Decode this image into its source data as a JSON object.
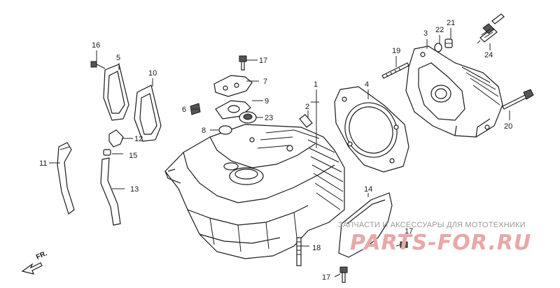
{
  "parts": [
    {
      "id": "label-1",
      "text": "1"
    },
    {
      "id": "label-2",
      "text": "2"
    },
    {
      "id": "label-3",
      "text": "3"
    },
    {
      "id": "label-4",
      "text": "4"
    },
    {
      "id": "label-5",
      "text": "5"
    },
    {
      "id": "label-6",
      "text": "6"
    },
    {
      "id": "label-7",
      "text": "7"
    },
    {
      "id": "label-8",
      "text": "8"
    },
    {
      "id": "label-9",
      "text": "9"
    },
    {
      "id": "label-10",
      "text": "10"
    },
    {
      "id": "label-11",
      "text": "11"
    },
    {
      "id": "label-12",
      "text": "12"
    },
    {
      "id": "label-13",
      "text": "13"
    },
    {
      "id": "label-14",
      "text": "14"
    },
    {
      "id": "label-15",
      "text": "15"
    },
    {
      "id": "label-16",
      "text": "16"
    },
    {
      "id": "label-17a",
      "text": "17"
    },
    {
      "id": "label-17b",
      "text": "17"
    },
    {
      "id": "label-17c",
      "text": "17"
    },
    {
      "id": "label-18",
      "text": "18"
    },
    {
      "id": "label-19",
      "text": "19"
    },
    {
      "id": "label-20",
      "text": "20"
    },
    {
      "id": "label-21",
      "text": "21"
    },
    {
      "id": "label-22",
      "text": "22"
    },
    {
      "id": "label-23",
      "text": "23"
    },
    {
      "id": "label-24",
      "text": "24"
    }
  ],
  "direction_label": "FR.",
  "watermark": {
    "caption": "ЗАПЧАСТИ И АКСЕССУАРЫ ДЛЯ МОТОТЕХНИКИ",
    "logo": "PARTS-FOR.RU"
  }
}
